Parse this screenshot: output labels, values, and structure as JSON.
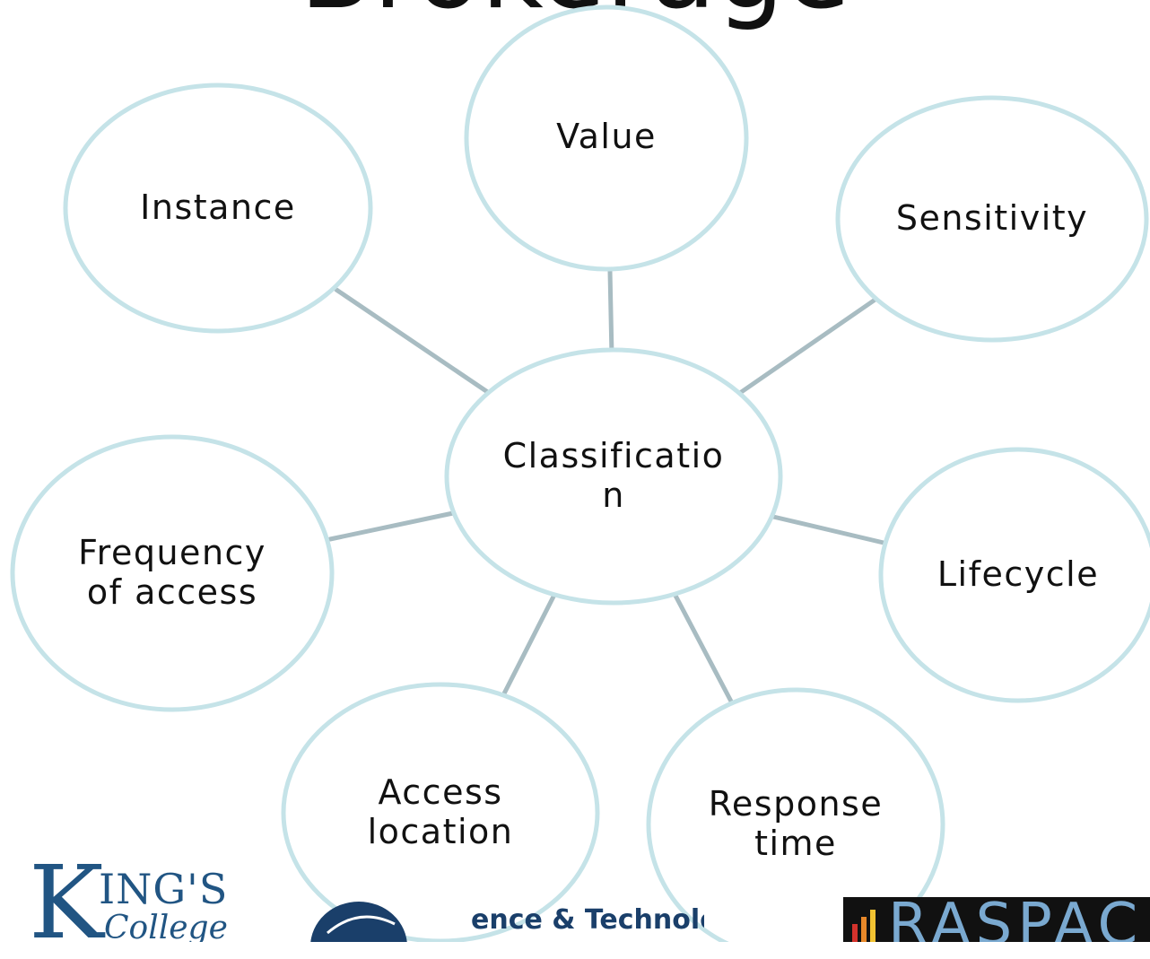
{
  "title": "Brokerage",
  "diagram": {
    "center": "Classificatio\nn",
    "satellites": [
      "Value",
      "Sensitivity",
      "Lifecycle",
      "Response\ntime",
      "Access\nlocation",
      "Frequency\nof access",
      "Instance"
    ]
  },
  "colors": {
    "node_outline": "#c5e3e8",
    "connector": "#a8bcc2",
    "logo_blue": "#215583",
    "logo_dark": "#111111"
  },
  "logos": {
    "kings": {
      "brand_k": "K",
      "brand_line1": "ING'S",
      "brand_line2": "College"
    },
    "stfc": {
      "visible_text": "ence & Technology"
    },
    "raspace": {
      "visible_text": "RASPAC"
    }
  }
}
